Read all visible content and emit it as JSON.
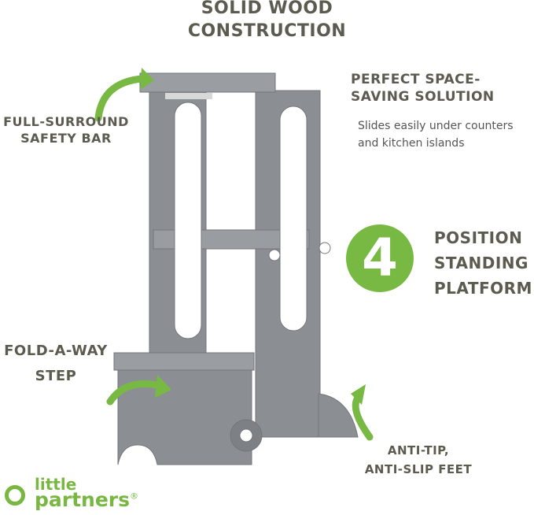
{
  "headline": {
    "line1": "SOLID WOOD",
    "line2": "CONSTRUCTION"
  },
  "features": {
    "safety_bar": {
      "line1": "FULL-SURROUND",
      "line2": "SAFETY BAR"
    },
    "space_saving": {
      "line1": "PERFECT SPACE-",
      "line2": "SAVING SOLUTION",
      "desc1": "Slides easily under counters",
      "desc2": "and kitchen islands"
    },
    "positions": {
      "number": "4",
      "line1": "POSITION",
      "line2": "STANDING",
      "line3": "PLATFORM"
    },
    "step": {
      "line1": "FOLD-A-WAY",
      "line2": "STEP"
    },
    "feet": {
      "line1": "ANTI-TIP,",
      "line2": "ANTI-SLIP FEET"
    }
  },
  "brand": {
    "line1": "little",
    "line2": "partners",
    "mark": "®"
  },
  "colors": {
    "accent": "#78b943",
    "text": "#5b5b50",
    "product": "#8b8e93"
  }
}
